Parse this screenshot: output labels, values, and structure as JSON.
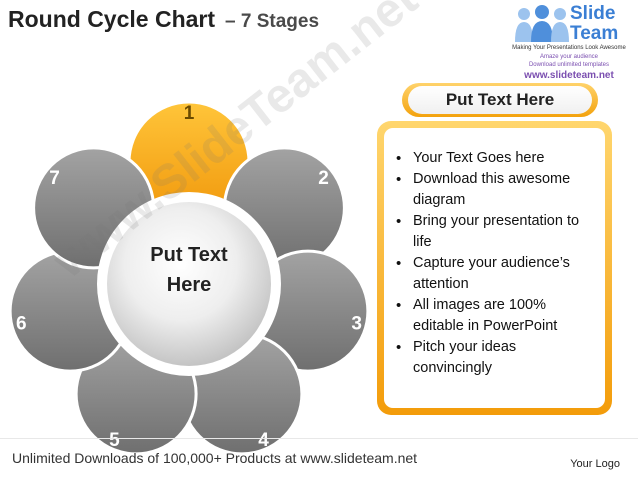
{
  "header": {
    "title": "Round Cycle Chart",
    "subtitle": "– 7 Stages"
  },
  "logo": {
    "word_1": "Slide",
    "word_2": "Team",
    "tagline": "Making Your Presentations Look Awesome",
    "line_amaze": "Amaze your audience",
    "line_download": "Download unlimited templates",
    "url": "www.slideteam.net"
  },
  "diagram": {
    "center_line_1": "Put Text",
    "center_line_2": "Here",
    "stages": [
      {
        "label": "1",
        "color": "#f5a50f"
      },
      {
        "label": "2",
        "color": "#8c8c8c"
      },
      {
        "label": "3",
        "color": "#8c8c8c"
      },
      {
        "label": "4",
        "color": "#8c8c8c"
      },
      {
        "label": "5",
        "color": "#8c8c8c"
      },
      {
        "label": "6",
        "color": "#8c8c8c"
      },
      {
        "label": "7",
        "color": "#8c8c8c"
      }
    ]
  },
  "panel": {
    "heading": "Put Text Here",
    "bullets": [
      "Your Text Goes here",
      "Download this awesome diagram",
      "Bring your presentation to life",
      "Capture your audience’s attention",
      "All images are 100% editable in PowerPoint",
      "Pitch your ideas convincingly"
    ]
  },
  "watermark": "www.SlideTeam.net",
  "footer": {
    "downloads_text": "Unlimited Downloads of 100,000+ Products at www.slideteam.net",
    "logo_text": "Your Logo"
  }
}
